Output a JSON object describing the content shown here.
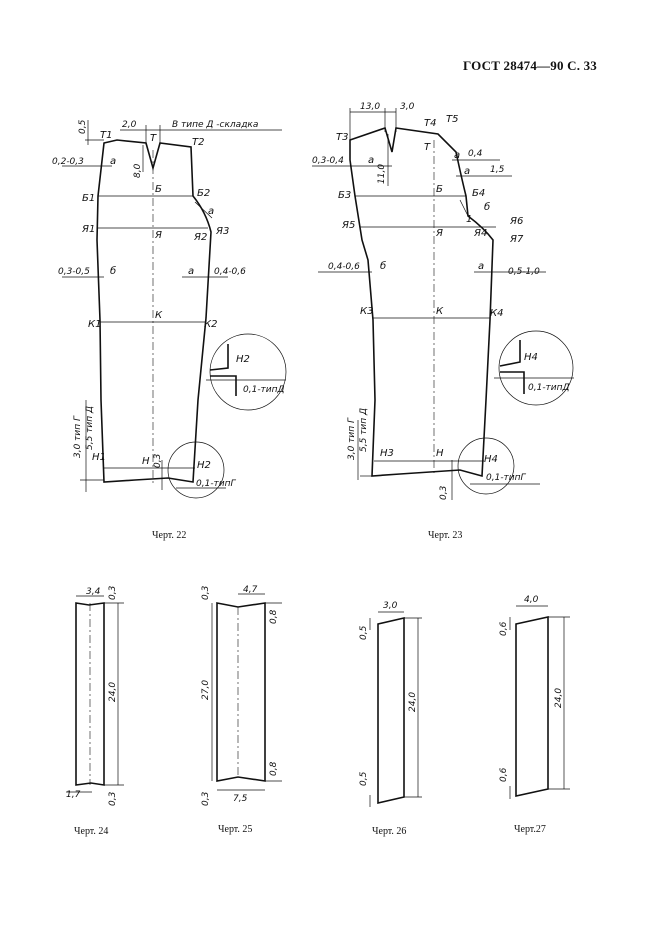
{
  "header": {
    "title": "ГОСТ 28474—90 С. 33"
  },
  "captions": {
    "c22": "Черт. 22",
    "c23": "Черт. 23",
    "c24": "Черт. 24",
    "c25": "Черт. 25",
    "c26": "Черт. 26",
    "c27": "Черт.27"
  },
  "fig22": {
    "note": "В типе Д -складка",
    "points": {
      "T": "Т",
      "T1": "Т1",
      "T2": "Т2",
      "B": "Б",
      "B1": "Б1",
      "B2": "Б2",
      "Ya": "Я",
      "Ya1": "Я1",
      "Ya2": "Я2",
      "Ya3": "Я3",
      "K": "К",
      "K1": "К1",
      "K2": "К2",
      "H": "Н",
      "H1": "Н1",
      "H2": "Н2"
    },
    "dims": {
      "d05": "0,5",
      "d20": "2,0",
      "d0203": "0,2-0,3",
      "da": "а",
      "d80": "8,0",
      "da2": "а",
      "db": "б",
      "d0305": "0,3-0,5",
      "da3": "а",
      "d0406": "0,4-0,6",
      "d30G": "3,0 тип Г",
      "d55D": "5,5 тип Д",
      "d03": "0,3",
      "d01D": "0,1-типД",
      "d01G": "0,1-типГ"
    }
  },
  "fig23": {
    "points": {
      "T": "Т",
      "T3": "Т3",
      "T4": "Т4",
      "T5": "Т5",
      "B": "Б",
      "B3": "Б3",
      "B4": "Б4",
      "six": "б",
      "Ya": "Я",
      "Ya4": "Я4",
      "Ya5": "Я5",
      "Ya6": "Я6",
      "Ya7": "Я7",
      "K": "К",
      "K3": "К3",
      "K4": "К4",
      "H": "Н",
      "H3": "Н3",
      "H4": "Н4",
      "one": "1"
    },
    "dims": {
      "d130": "13,0",
      "d30": "3,0",
      "d0304": "0,3-0,4",
      "da": "а",
      "d110": "11,0",
      "d04": "0,4",
      "da2": "а",
      "d15": "1,5",
      "da3": "а",
      "db": "б",
      "d0406": "0,4-0,6",
      "da4": "а",
      "d0510": "0,5-1,0",
      "d30G": "3,0 тип Г",
      "d55D": "5,5 тип Д",
      "d03": "0,3",
      "d01D": "0,1-типД",
      "d01G": "0,1-типГ"
    }
  },
  "fig24": {
    "top": "3,4",
    "bottom": "1,7",
    "height": "24,0",
    "r1": "0,3",
    "r2": "0,3"
  },
  "fig25": {
    "top": "4,7",
    "bottom": "7,5",
    "height": "27,0",
    "l1": "0,3",
    "l2": "0,3",
    "r1": "0,8",
    "r2": "0,8"
  },
  "fig26": {
    "top": "3,0",
    "height": "24,0",
    "l1": "0,5",
    "l2": "0,5"
  },
  "fig27": {
    "top": "4,0",
    "height": "24,0",
    "l1": "0,6",
    "l2": "0,6"
  }
}
